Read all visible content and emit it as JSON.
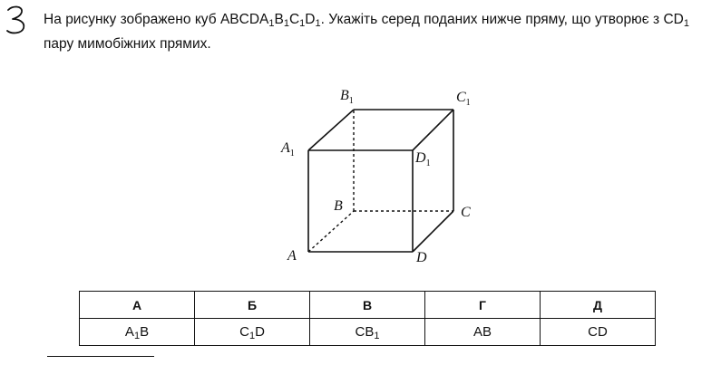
{
  "question": {
    "number": "3",
    "text_parts": [
      {
        "t": "На рисунку зображено куб ABCDA"
      },
      {
        "s": "1"
      },
      {
        "t": "B"
      },
      {
        "s": "1"
      },
      {
        "t": "C"
      },
      {
        "s": "1"
      },
      {
        "t": "D"
      },
      {
        "s": "1"
      },
      {
        "t": ". Укажіть серед поданих нижче пряму, що утворює з CD"
      },
      {
        "s": "1"
      },
      {
        "t": " пару мимобіжних прямих."
      }
    ]
  },
  "figure": {
    "vertices": {
      "A": {
        "letter": "A",
        "index": ""
      },
      "B": {
        "letter": "B",
        "index": ""
      },
      "C": {
        "letter": "C",
        "index": ""
      },
      "D": {
        "letter": "D",
        "index": ""
      },
      "A1": {
        "letter": "A",
        "index": "1"
      },
      "B1": {
        "letter": "B",
        "index": "1"
      },
      "C1": {
        "letter": "C",
        "index": "1"
      },
      "D1": {
        "letter": "D",
        "index": "1"
      }
    }
  },
  "answers": {
    "headers": [
      "А",
      "Б",
      "В",
      "Г",
      "Д"
    ],
    "options": [
      {
        "main": "A",
        "sub": "1",
        "rest": "B"
      },
      {
        "main": "C",
        "sub": "1",
        "rest": "D"
      },
      {
        "main": "CB",
        "sub": "1",
        "rest": ""
      },
      {
        "main": "AB",
        "sub": "",
        "rest": ""
      },
      {
        "main": "CD",
        "sub": "",
        "rest": ""
      }
    ]
  }
}
